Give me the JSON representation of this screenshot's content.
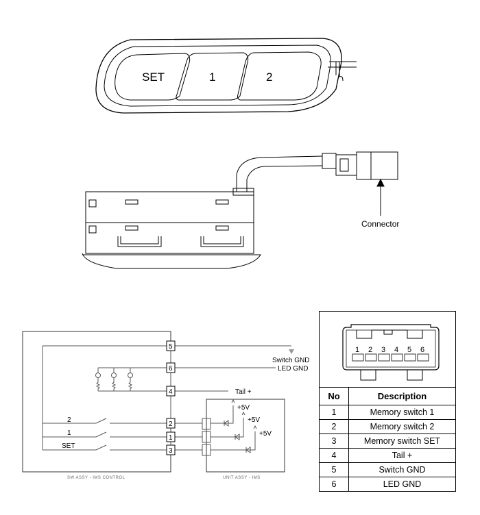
{
  "switch_buttons": [
    "SET",
    "1",
    "2"
  ],
  "connector_label": "Connector",
  "schematic": {
    "pins": [
      "5",
      "6",
      "4",
      "2",
      "1",
      "3"
    ],
    "signals": {
      "switch_gnd": "Switch GND",
      "led_gnd": "LED GND",
      "tail": "Tail +"
    },
    "switch_labels": [
      "2",
      "1",
      "SET"
    ],
    "supply": "+5V",
    "sw_assy_label": "SW ASSY - IMS CONTROL",
    "unit_assy_label": "UNIT ASSY - IMS"
  },
  "connector_pins": [
    "1",
    "2",
    "3",
    "4",
    "5",
    "6"
  ],
  "pin_table": {
    "headers": [
      "No",
      "Description"
    ],
    "rows": [
      {
        "no": "1",
        "desc": "Memory switch 1"
      },
      {
        "no": "2",
        "desc": "Memory switch 2"
      },
      {
        "no": "3",
        "desc": "Memory switch SET"
      },
      {
        "no": "4",
        "desc": "Tail +"
      },
      {
        "no": "5",
        "desc": "Switch GND"
      },
      {
        "no": "6",
        "desc": "LED GND"
      }
    ]
  }
}
